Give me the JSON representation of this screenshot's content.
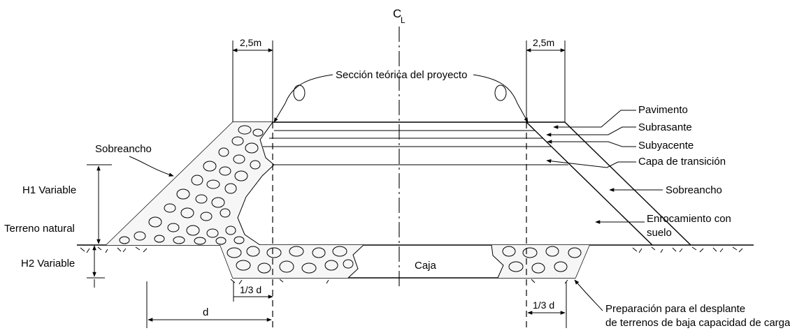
{
  "centerline": {
    "c": "C",
    "l": "L"
  },
  "dimensions": {
    "shoulder_left": "2,5m",
    "shoulder_right": "2,5m",
    "third_left": "1/3 d",
    "third_right": "1/3 d",
    "d": "d"
  },
  "labels": {
    "seccion_teorica": "Sección teórica del proyecto",
    "pavimento": "Pavimento",
    "subrasante": "Subrasante",
    "subyacente": "Subyacente",
    "capa_transicion": "Capa de transición",
    "sobreancho_right": "Sobreancho",
    "enrocamiento_1": "Enrocamiento con",
    "enrocamiento_2": "suelo",
    "sobreancho_left": "Sobreancho",
    "h1": "H1  Variable",
    "terreno_natural": "Terreno natural",
    "h2": "H2  Variable",
    "caja": "Caja",
    "preparacion_1": "Preparación para el desplante",
    "preparacion_2": "de terrenos de baja capacidad de carga"
  }
}
